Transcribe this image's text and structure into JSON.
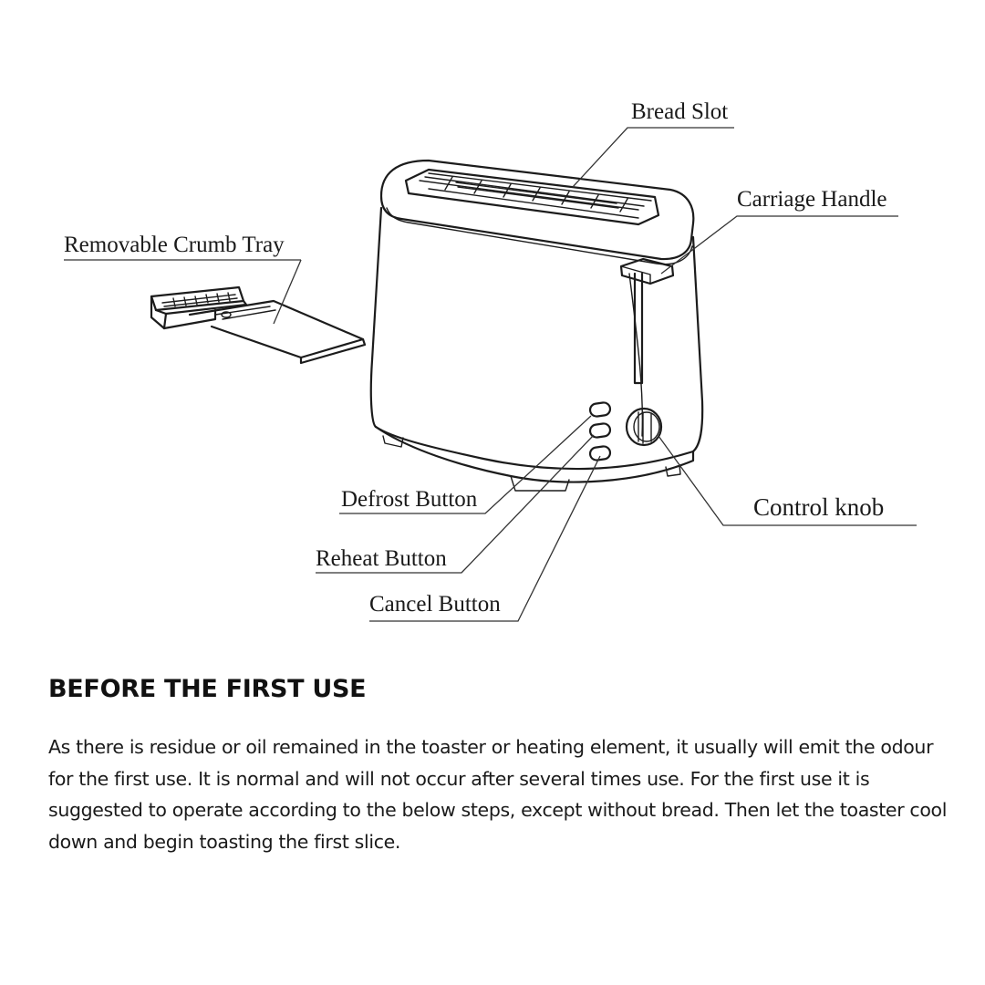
{
  "diagram": {
    "labels": {
      "bread_slot": "Bread Slot",
      "carriage_handle": "Carriage Handle",
      "crumb_tray": "Removable Crumb Tray",
      "defrost_button": "Defrost Button",
      "reheat_button": "Reheat Button",
      "cancel_button": "Cancel Button",
      "control_knob": "Control knob"
    }
  },
  "section": {
    "heading": "BEFORE THE FIRST USE",
    "body": "As there is residue or oil remained in the toaster or heating element, it usually will emit the odour for the first use. It is normal and will not occur after several times use. For the first use it is suggested to operate according to the below steps, except without bread. Then let the toaster cool down and begin toasting the first slice."
  }
}
